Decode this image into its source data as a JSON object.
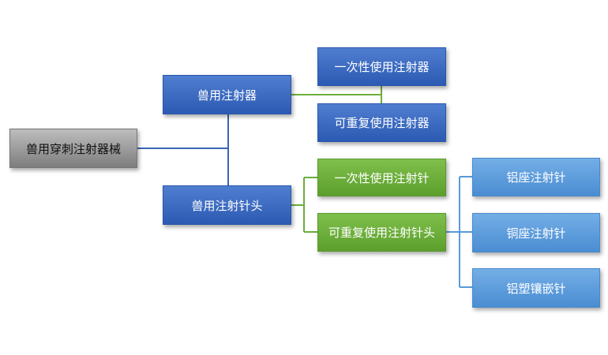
{
  "diagram": {
    "root": {
      "label": "兽用穿刺注射器械"
    },
    "syringe": {
      "label": "兽用注射器"
    },
    "syringe_disposable": {
      "label": "一次性使用注射器"
    },
    "syringe_reusable": {
      "label": "可重复使用注射器"
    },
    "needle": {
      "label": "兽用注射针头"
    },
    "needle_disposable": {
      "label": "一次性使用注射针"
    },
    "needle_reusable": {
      "label": "可重复使用注射针头"
    },
    "needle_aluminum_seat": {
      "label": "铝座注射针"
    },
    "needle_copper_seat": {
      "label": "铜座注射针"
    },
    "needle_plastic_inlay": {
      "label": "铝塑镶嵌针"
    }
  },
  "colors": {
    "root": "#8c8c8c",
    "level1": "#2f5fb8",
    "level2_syringe": "#2f5fb8",
    "level2_needle": "#64a935",
    "level3": "#5095d9",
    "connector_blue": "#3a66b8",
    "connector_green": "#6aaf3c",
    "connector_lightblue": "#5a9ad8"
  }
}
